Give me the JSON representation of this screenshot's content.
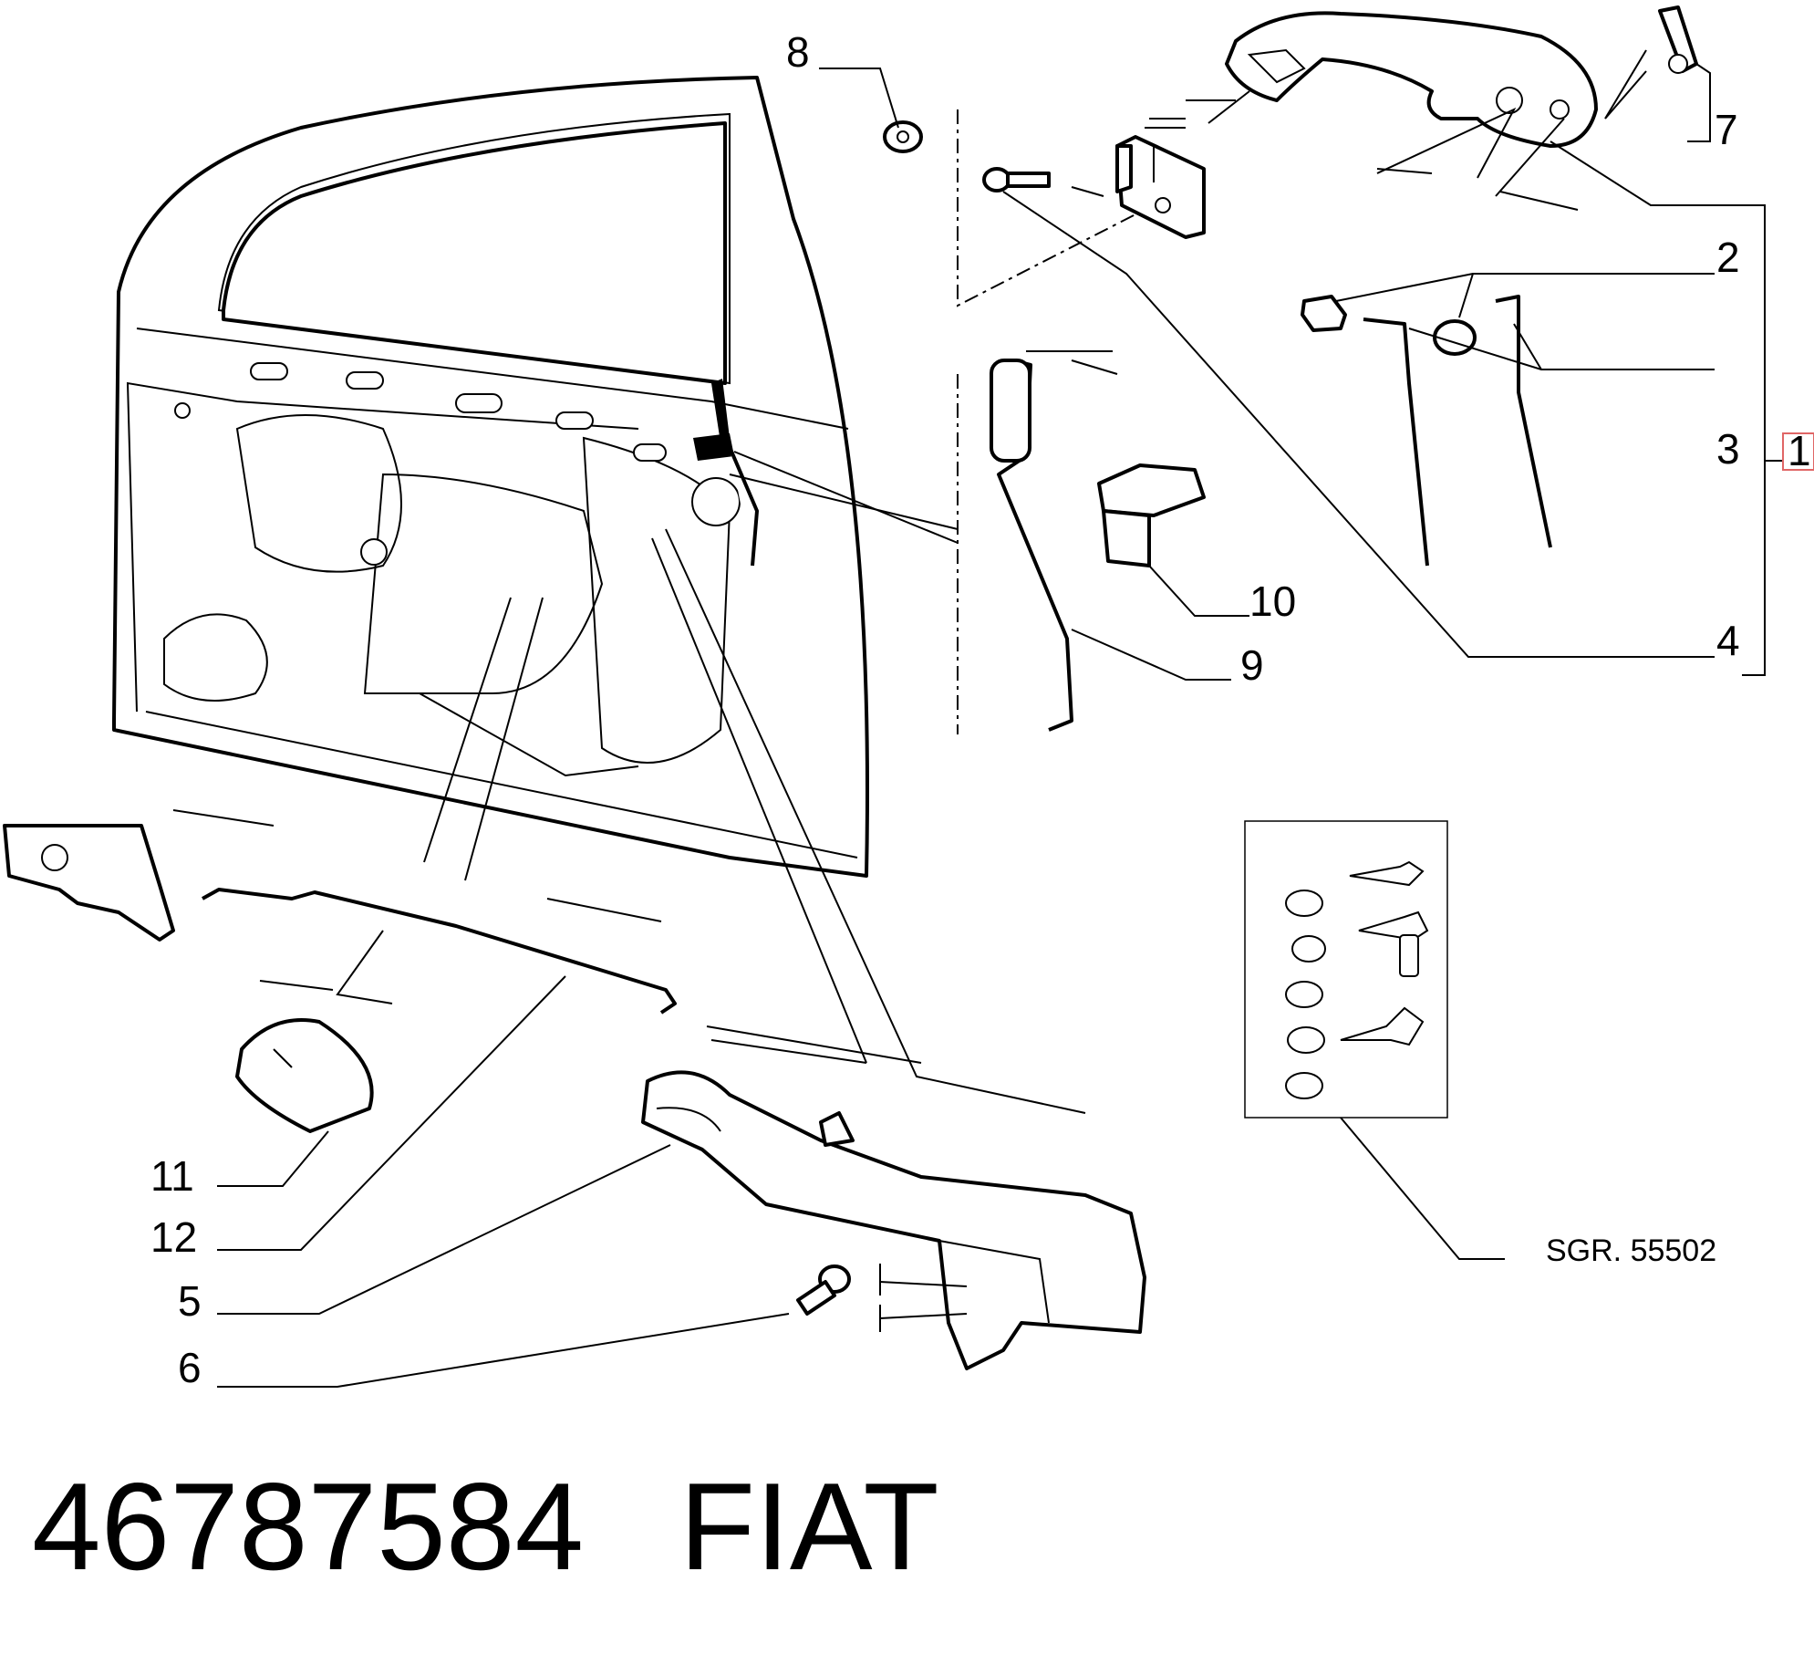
{
  "callouts": {
    "c1": "1",
    "c2": "2",
    "c3": "3",
    "c4": "4",
    "c5": "5",
    "c6": "6",
    "c7": "7",
    "c8": "8",
    "c9": "9",
    "c10": "10",
    "c11": "11",
    "c12": "12"
  },
  "sgr_reference": "SGR. 55502",
  "part_number": "46787584",
  "brand": "FIAT"
}
